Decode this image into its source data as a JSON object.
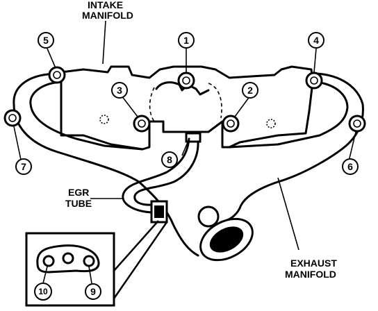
{
  "labels": {
    "intake_line1": "INTAKE",
    "intake_line2": "MANIFOLD",
    "egr_line1": "EGR",
    "egr_line2": "TUBE",
    "exhaust_line1": "EXHAUST",
    "exhaust_line2": "MANIFOLD"
  },
  "callouts": [
    "1",
    "2",
    "3",
    "4",
    "5",
    "6",
    "7",
    "8",
    "9",
    "10"
  ]
}
